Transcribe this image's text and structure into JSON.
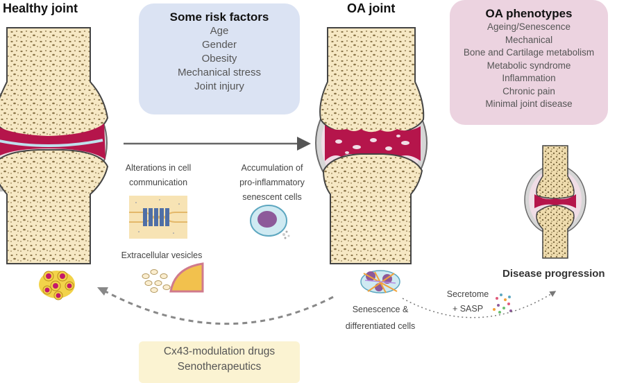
{
  "titles": {
    "healthy": "Healthy joint",
    "oa": "OA joint",
    "progression": "Disease progression"
  },
  "risk_factors": {
    "heading": "Some risk factors",
    "items": [
      "Age",
      "Gender",
      "Obesity",
      "Mechanical stress",
      "Joint injury"
    ]
  },
  "phenotypes": {
    "heading": "OA phenotypes",
    "items": [
      "Ageing/Senescence",
      "Mechanical",
      "Bone and Cartilage metabolism",
      "Metabolic syndrome",
      "Inflammation",
      "Chronic pain",
      "Minimal joint disease"
    ]
  },
  "labels": {
    "cell_communication": [
      "Alterations in cell",
      "communication"
    ],
    "senescent_accumulation": [
      "Accumulation of",
      "pro-inflammatory",
      "senescent cells"
    ],
    "extracellular_vesicles": "Extracellular vesicles",
    "senescence_cells": [
      "Senescence &",
      "differentiated cells"
    ],
    "secretome": [
      "Secretome",
      "+ SASP"
    ]
  },
  "therapies": {
    "items": [
      "Cx43-modulation drugs",
      "Senotherapeutics"
    ]
  },
  "colors": {
    "risk_box": "#dbe3f3",
    "phenotype_box": "#ecd3e0",
    "therapy_box": "#fbf3d2",
    "bone": "#f6e8c4",
    "cartilage": "#b5154b",
    "capsule": "#c9c9c9"
  }
}
